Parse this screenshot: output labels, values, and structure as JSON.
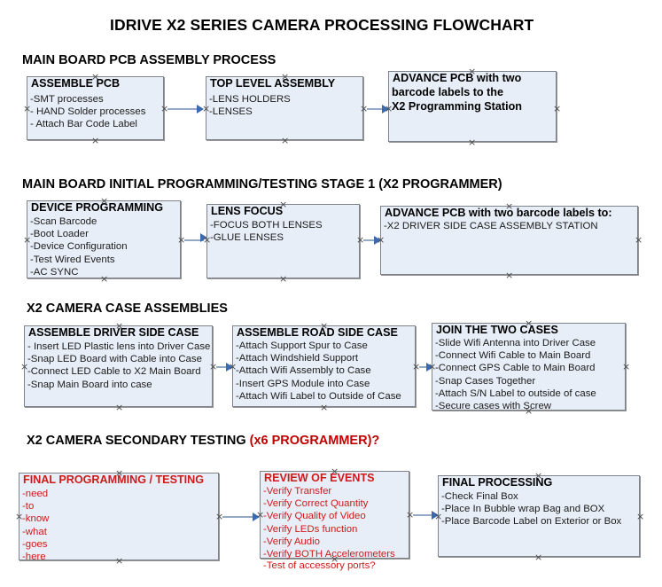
{
  "document": {
    "title": "IDRIVE X2  SERIES CAMERA PROCESSING FLOWCHART"
  },
  "sections": [
    {
      "id": "main-board-pcb-assembly",
      "heading": "MAIN BOARD PCB ASSEMBLY PROCESS",
      "heading_red": "",
      "nodes": [
        {
          "id": "assemble-pcb",
          "title": "ASSEMBLE PCB",
          "lines": [
            "-SMT processes",
            "- HAND Solder processes",
            "- Attach Bar Code Label"
          ],
          "style": "normal"
        },
        {
          "id": "top-level-assembly",
          "title": "TOP LEVEL ASSEMBLY",
          "lines": [
            "-LENS HOLDERS",
            "-LENSES"
          ],
          "style": "normal"
        },
        {
          "id": "advance-pcb-to-x2-programming-station",
          "title": "ADVANCE PCB with two",
          "lines": [
            "barcode labels to the",
            " X2 Programming Station"
          ],
          "style": "bold-body"
        }
      ]
    },
    {
      "id": "main-board-initial-programming",
      "heading": "MAIN BOARD INITIAL PROGRAMMING/TESTING STAGE 1 (X2 PROGRAMMER)",
      "heading_red": "",
      "nodes": [
        {
          "id": "device-programming",
          "title": "DEVICE PROGRAMMING",
          "lines": [
            "-Scan Barcode",
            "-Boot Loader",
            "-Device Configuration",
            "-Test Wired Events",
            "-AC SYNC"
          ],
          "style": "normal"
        },
        {
          "id": "lens-focus",
          "title": "LENS FOCUS",
          "lines": [
            "-FOCUS BOTH LENSES",
            "-GLUE LENSES"
          ],
          "style": "normal"
        },
        {
          "id": "advance-pcb-to-driver-side-case-station",
          "title": "ADVANCE PCB with two barcode labels to:",
          "lines": [
            "-X2 DRIVER  SIDE  CASE  ASSEMBLY STATION"
          ],
          "style": "normal"
        }
      ]
    },
    {
      "id": "x2-camera-case-assemblies",
      "heading": "X2 CAMERA CASE ASSEMBLIES",
      "heading_red": "",
      "nodes": [
        {
          "id": "assemble-driver-side-case",
          "title": "ASSEMBLE DRIVER SIDE CASE",
          "lines": [
            "- Insert LED Plastic lens into Driver Case",
            "-Snap LED Board with Cable into Case",
            "-Connect LED Cable to X2 Main Board",
            "-Snap Main Board into case"
          ],
          "style": "normal"
        },
        {
          "id": "assemble-road-side-case",
          "title": "ASSEMBLE ROAD SIDE CASE",
          "lines": [
            "-Attach Support Spur to Case",
            "-Attach Windshield Support",
            "-Attach Wifi Assembly to Case",
            "-Insert GPS Module into Case",
            "-Attach Wifi Label to Outside of Case"
          ],
          "style": "normal"
        },
        {
          "id": "join-the-two-cases",
          "title": "JOIN THE TWO CASES",
          "lines": [
            "-Slide Wifi Antenna into Driver Case",
            "-Connect Wifi Cable to Main Board",
            "-Connect GPS Cable to Main Board",
            "-Snap Cases Together",
            "-Attach S/N Label to outside of case",
            "-Secure cases with Screw"
          ],
          "style": "normal"
        }
      ]
    },
    {
      "id": "x2-camera-secondary-testing",
      "heading": "X2 CAMERA SECONDARY TESTING ",
      "heading_red": "(x6 PROGRAMMER)?",
      "nodes": [
        {
          "id": "final-programming-testing",
          "title": "FINAL PROGRAMMING / TESTING",
          "lines": [
            "-need",
            "-to",
            "-know",
            "-what",
            "-goes",
            "-here"
          ],
          "style": "red"
        },
        {
          "id": "review-of-events",
          "title": "REVIEW OF EVENTS",
          "lines": [
            "-Verify Transfer",
            "-Verify Correct Quantity",
            "-Verify Quality of Video",
            "-Verify LEDs function",
            "-Verify Audio",
            "-Verify BOTH Accelerometers"
          ],
          "overflow_line": "-Test of accessory ports?",
          "style": "red"
        },
        {
          "id": "final-processing",
          "title": "FINAL PROCESSING",
          "lines": [
            " -Check Final Box",
            "-Place In Bubble wrap Bag and BOX",
            "-Place Barcode Label on Exterior or Box"
          ],
          "style": "normal"
        }
      ]
    }
  ],
  "colors": {
    "node_fill": "#e8eef7",
    "node_border": "#7e8389",
    "connector": "#93a9c4",
    "arrowhead": "#3b6ab0",
    "red_text": "#d01a1a",
    "heading_red": "#c00000",
    "text": "#000000"
  }
}
